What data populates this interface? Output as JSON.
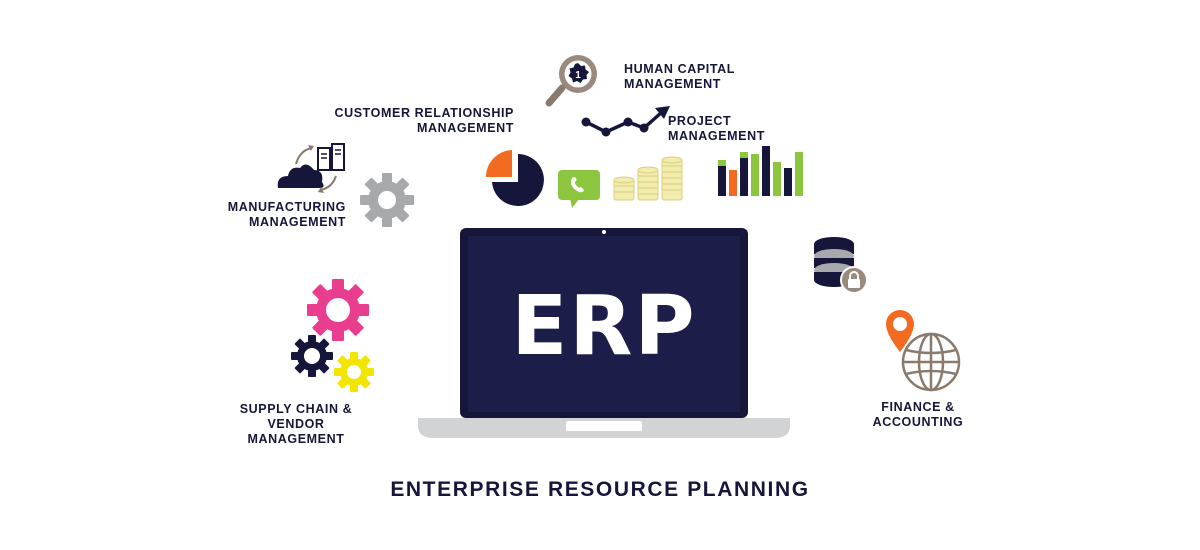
{
  "diagram": {
    "center_text": "ERP",
    "footer": "ENTERPRISE RESOURCE PLANNING",
    "badge_number": "1",
    "labels": {
      "human_capital": [
        "HUMAN CAPITAL",
        "MANAGEMENT"
      ],
      "customer_relationship": [
        "CUSTOMER RELATIONSHIP",
        "MANAGEMENT"
      ],
      "project": [
        "PROJECT",
        "MANAGEMENT"
      ],
      "manufacturing": [
        "MANUFACTURING",
        "MANAGEMENT"
      ],
      "supply_chain": [
        "SUPPLY CHAIN &",
        "VENDOR",
        "MANAGEMENT"
      ],
      "finance": [
        "FINANCE &",
        "ACCOUNTING"
      ]
    },
    "colors": {
      "navy": "#15163a",
      "orange": "#f26b21",
      "green": "#8cc63f",
      "yellow": "#f2e600",
      "pink": "#e93d8f",
      "gray": "#a7a9ac",
      "cream": "#f3ecb0"
    },
    "icons": [
      "magnifier-badge-icon",
      "trend-arrow-icon",
      "pie-chart-icon",
      "chat-phone-icon",
      "coin-stacks-icon",
      "bar-chart-icon",
      "cloud-server-sync-icon",
      "gear-icon",
      "database-lock-icon",
      "location-globe-icon",
      "gears-cluster-icon",
      "laptop-icon"
    ]
  }
}
